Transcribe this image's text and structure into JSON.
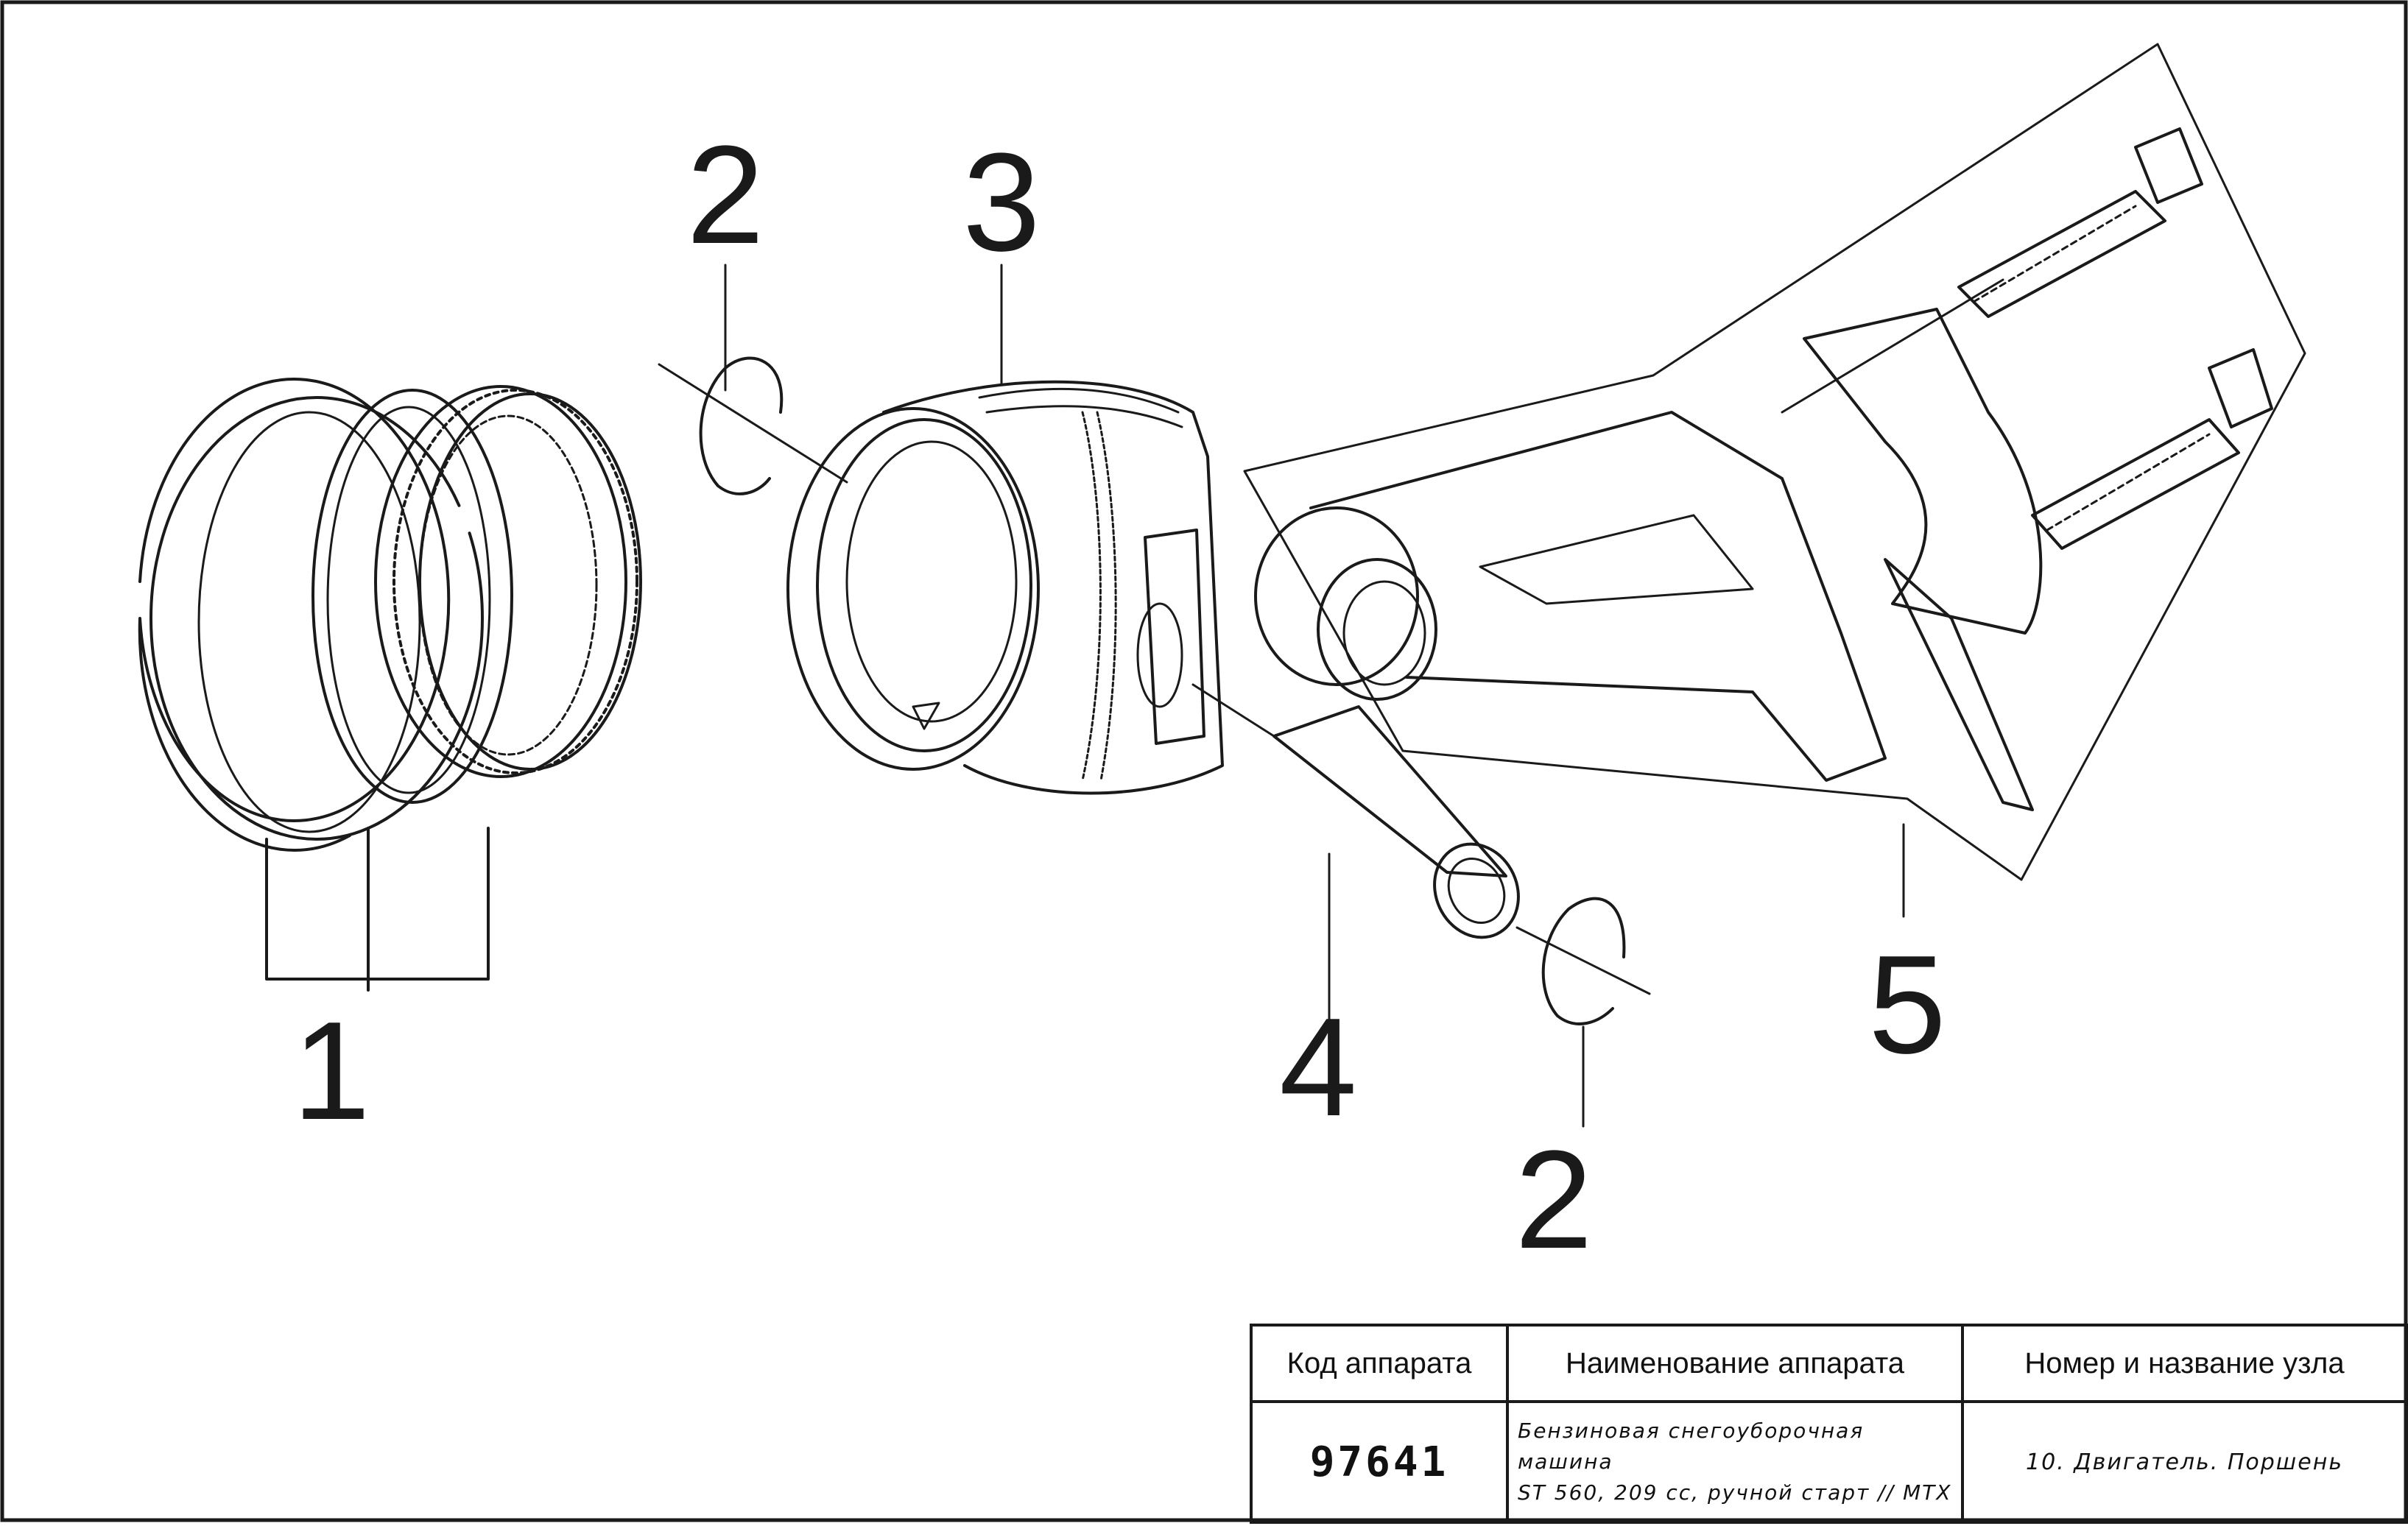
{
  "callouts": {
    "rings": "1",
    "clip_top": "2",
    "piston": "3",
    "pin": "4",
    "clip_bottom": "2",
    "rod": "5"
  },
  "title_block": {
    "headers": [
      "Код аппарата",
      "Наименование аппарата",
      "Номер и название узла"
    ],
    "code": "97641",
    "name_line1": "Бензиновая снегоуборочная машина",
    "name_line2": "ST 560, 209 cc, ручной старт // MTX",
    "node": "10. Двигатель. Поршень"
  }
}
